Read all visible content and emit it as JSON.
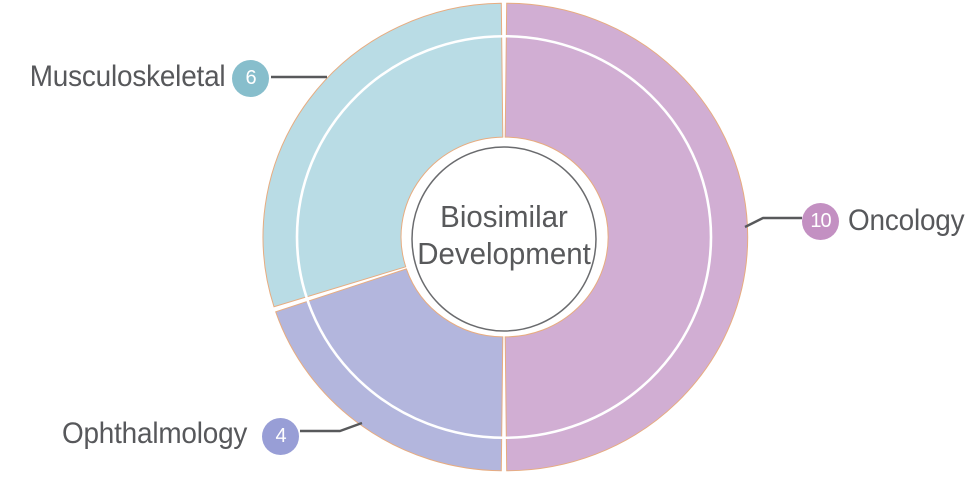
{
  "chart_data": {
    "type": "pie",
    "variant": "donut",
    "title": "Biosimilar Development",
    "center_label": [
      "Biosimilar",
      "Development"
    ],
    "total": 20,
    "direction": "clockwise",
    "start_angle_deg": 0,
    "legend_position": "external-callouts",
    "segments": [
      {
        "label": "Oncology",
        "value": 10,
        "share_pct": 50,
        "color": "#D1AED3",
        "badge_color": "#C390C2",
        "callout_side": "right"
      },
      {
        "label": "Ophthalmology",
        "value": 4,
        "share_pct": 20,
        "color": "#B3B6DD",
        "badge_color": "#989ED6",
        "callout_side": "bottom-left"
      },
      {
        "label": "Musculoskeletal",
        "value": 6,
        "share_pct": 30,
        "color": "#B9DCE5",
        "badge_color": "#87BECC",
        "callout_side": "top-left"
      }
    ]
  },
  "colors": {
    "label_text": "#57585B",
    "connector": "#58595B",
    "outline_tan": "#E7AC80",
    "inner_ring": "#FFFFFF",
    "center_circle_stroke": "#6A6B6E",
    "background": "#FFFFFF"
  }
}
